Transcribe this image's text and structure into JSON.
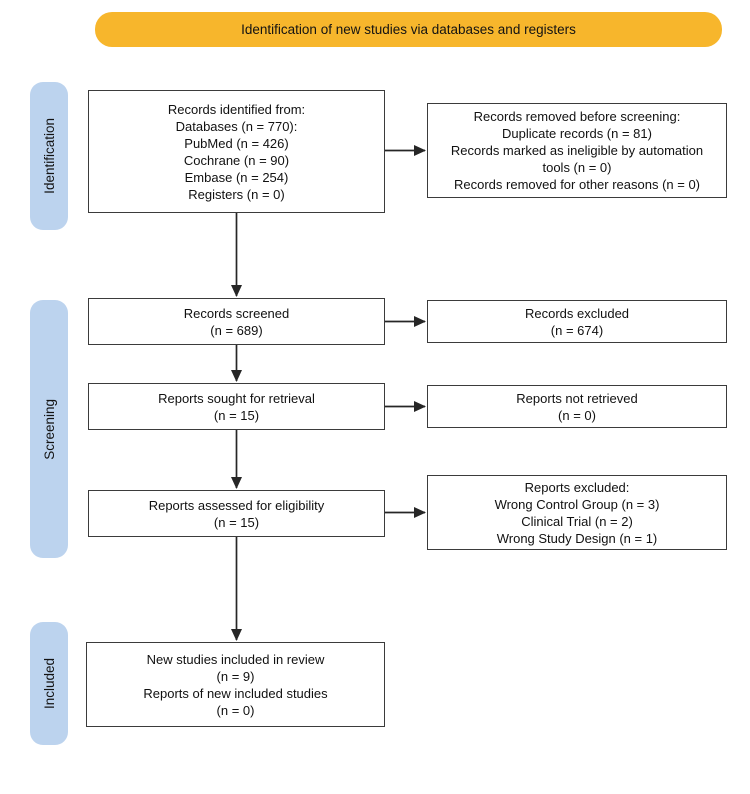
{
  "banner": {
    "label": "Identification of new studies via databases and registers"
  },
  "sidebar": {
    "items": [
      {
        "label": "Identification"
      },
      {
        "label": "Screening"
      },
      {
        "label": "Included"
      }
    ]
  },
  "flow": {
    "main_boxes": [
      {
        "id": "records-identified",
        "lines": [
          "Records identified from:",
          "Databases (n = 770):",
          "PubMed (n = 426)",
          "Cochrane (n = 90)",
          "Embase (n = 254)",
          "Registers (n = 0)"
        ]
      },
      {
        "id": "records-screened",
        "lines": [
          "Records screened",
          "(n = 689)"
        ]
      },
      {
        "id": "reports-sought",
        "lines": [
          "Reports sought for retrieval",
          "(n = 15)"
        ]
      },
      {
        "id": "reports-assessed",
        "lines": [
          "Reports assessed for eligibility",
          "(n = 15)"
        ]
      },
      {
        "id": "new-studies-included",
        "lines": [
          "New studies included in review",
          "(n = 9)",
          "Reports of new included studies",
          "(n = 0)"
        ]
      }
    ],
    "side_boxes": [
      {
        "id": "records-removed",
        "lines": [
          "Records removed before screening:",
          "Duplicate records (n = 81)",
          "Records marked as ineligible by automation tools (n = 0)",
          "Records removed for other reasons (n = 0)"
        ]
      },
      {
        "id": "records-excluded",
        "lines": [
          "Records excluded",
          "(n = 674)"
        ]
      },
      {
        "id": "reports-not-retrieved",
        "lines": [
          "Reports not retrieved",
          "(n = 0)"
        ]
      },
      {
        "id": "reports-excluded",
        "lines": [
          "Reports excluded:",
          "Wrong Control Group (n = 3)",
          "Clinical Trial (n = 2)",
          "Wrong Study Design (n = 1)"
        ]
      }
    ]
  },
  "colors": {
    "banner_bg": "#F7B62C",
    "stage_bg": "#BCD3EE",
    "box_border": "#3B3B3B",
    "arrow": "#262626",
    "text": "#111111"
  }
}
